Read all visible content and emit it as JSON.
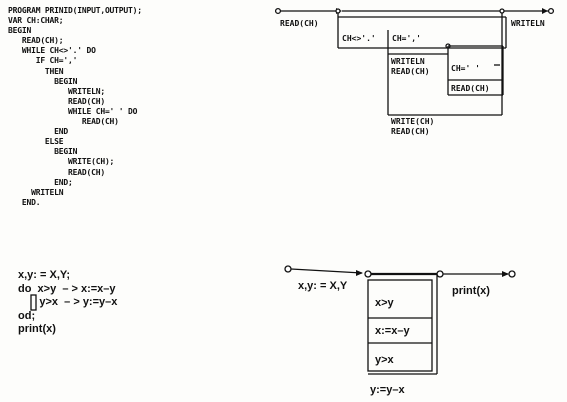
{
  "pascal_program": {
    "lines": [
      "PROGRAM PRINID(INPUT,OUTPUT);",
      "VAR CH:CHAR;",
      "BEGIN",
      "   READ(CH);",
      "   WHILE CH<>'.' DO",
      "      IF CH=','",
      "        THEN",
      "          BEGIN",
      "             WRITELN;",
      "             READ(CH)",
      "             WHILE CH=' ' DO",
      "                READ(CH)",
      "          END",
      "        ELSE",
      "          BEGIN",
      "             WRITE(CH);",
      "             READ(CH)",
      "          END;",
      "     WRITELN",
      "   END."
    ]
  },
  "pascal_diagram": {
    "read_start": "READ(CH)",
    "cond_not_period": "CH<>'.'",
    "cond_comma": "CH=','",
    "writeln_end": "WRITELN",
    "branch_writeln": "WRITELN",
    "branch_read": "READ(CH)",
    "cond_space": "CH=' '",
    "inner_read": "READ(CH)",
    "else_write": "WRITE(CH)",
    "else_read": "READ(CH)"
  },
  "guarded_program": {
    "lines": [
      "x,y: = X,Y;",
      "do  x>y  – > x:=x–y",
      "       y>x  – > y:=y–x",
      "od;",
      "print(x)"
    ]
  },
  "guarded_diagram": {
    "init": "x,y: = X,Y",
    "print": "print(x)",
    "guard1": "x>y",
    "action1": "x:=x–y",
    "guard2": "y>x",
    "action2": "y:=y–x"
  }
}
